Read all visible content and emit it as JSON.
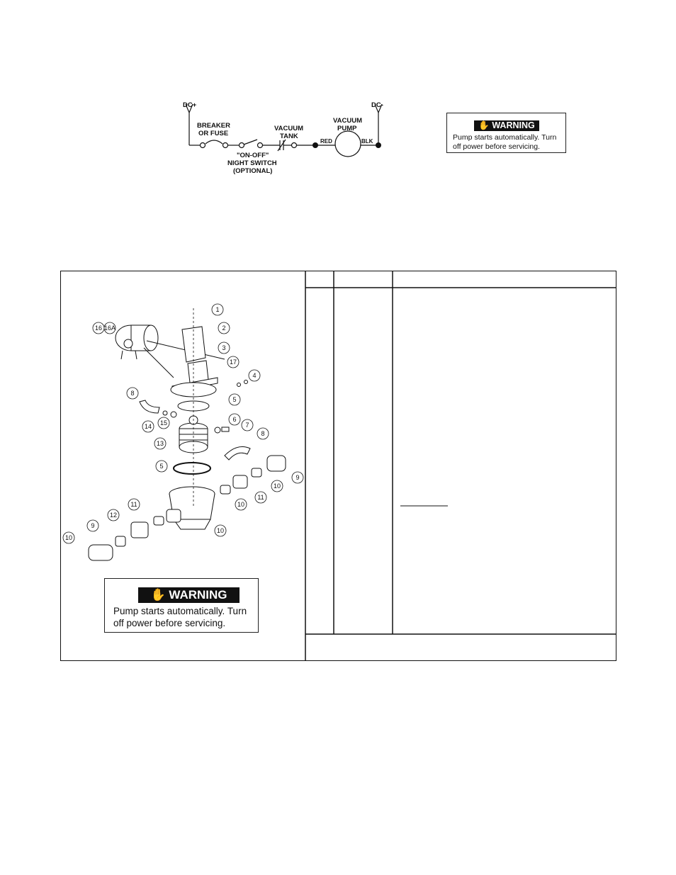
{
  "schematic": {
    "dc_positive": "DC+",
    "dc_negative": "DC-",
    "breaker_line1": "BREAKER",
    "breaker_line2": "OR FUSE",
    "switch_line1": "\"ON-OFF\"",
    "switch_line2": "NIGHT SWITCH",
    "switch_line3": "(OPTIONAL)",
    "tank_line1": "VACUUM",
    "tank_line2": "TANK",
    "pump_line1": "VACUUM",
    "pump_line2": "PUMP",
    "red_wire": "RED",
    "blk_wire": "BLK"
  },
  "warning_small": {
    "icon": "hand-stop-icon",
    "title": "WARNING",
    "message": "Pump starts automatically. Turn off power before servicing."
  },
  "warning_big": {
    "icon": "hand-stop-icon",
    "title": "WARNING",
    "message": "Pump starts automatically. Turn off power before servicing."
  },
  "part_callouts": [
    "1",
    "2",
    "3",
    "17",
    "4",
    "5",
    "6",
    "7",
    "8",
    "8",
    "14",
    "15",
    "13",
    "5",
    "9",
    "10",
    "11",
    "10",
    "11",
    "10",
    "10",
    "12",
    "9",
    "16",
    "16A"
  ]
}
